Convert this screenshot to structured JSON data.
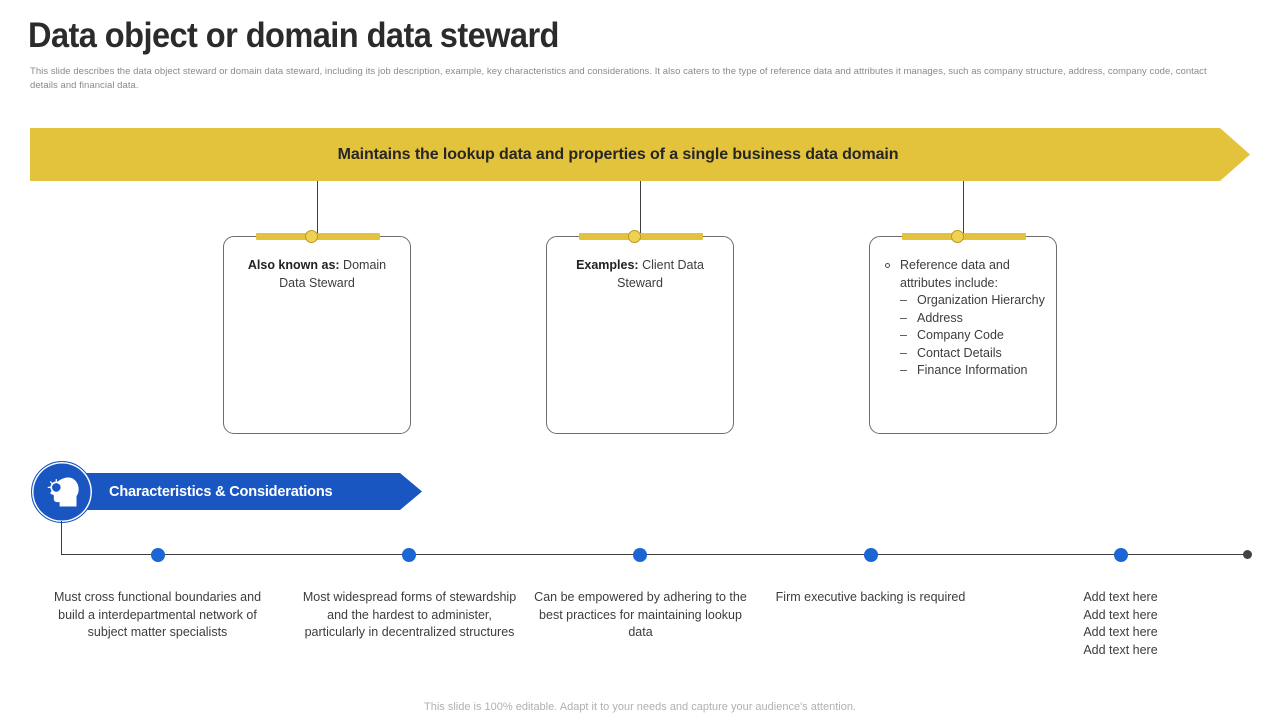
{
  "header": {
    "title": "Data object or domain data steward",
    "subtitle": "This slide describes the data object steward or domain data steward, including its job description, example, key characteristics and considerations. It also caters to the type  of reference data and attributes it manages, such as company structure, address, company code, contact details and financial data."
  },
  "banner": {
    "text": "Maintains the lookup data and properties of a single business data domain",
    "color": "#e3c23c"
  },
  "cards": [
    {
      "label": "Also known as:",
      "value": "Domain Data Steward"
    },
    {
      "label": "Examples:",
      "value": "Client Data Steward"
    },
    {
      "heading": "Reference data and attributes include:",
      "items": [
        "Organization Hierarchy",
        "Address",
        "Company Code",
        "Contact Details",
        "Finance Information"
      ]
    }
  ],
  "badge": {
    "text": "Characteristics & Considerations",
    "icon": "head-lightbulb-icon",
    "color": "#1a56c2"
  },
  "timeline": {
    "dot_color": "#1b66d4",
    "end_dot_color": "#434343",
    "items": [
      "Must cross functional boundaries and build a interdepartmental network of subject matter specialists",
      "Most widespread forms of stewardship and the hardest to administer, particularly in decentralized structures",
      "Can be empowered by adhering to the best practices for maintaining lookup data",
      "Firm executive backing is required",
      "Add text here\nAdd text here\nAdd text here\nAdd text here"
    ]
  },
  "footer": {
    "note": "This slide is 100% editable. Adapt it to your needs and capture your audience's attention."
  }
}
